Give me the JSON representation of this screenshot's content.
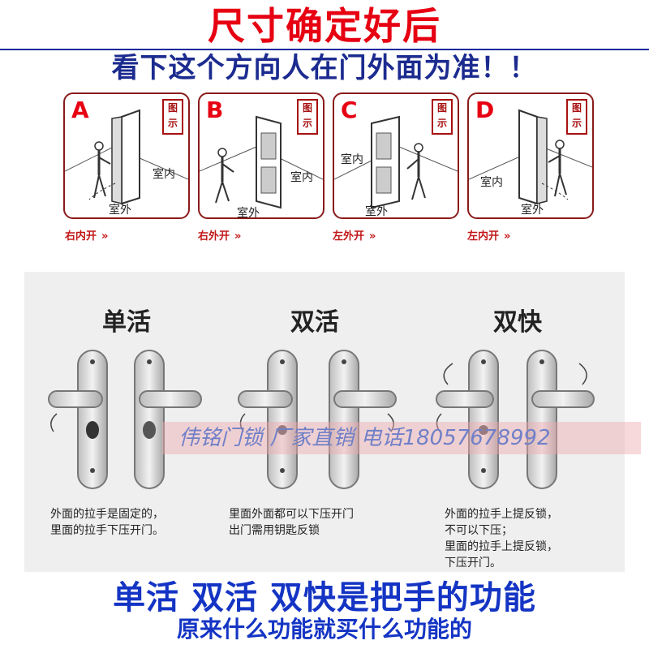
{
  "header": {
    "title": "尺寸确定好后",
    "subtitle": "看下这个方向人在门外面为准！！"
  },
  "door_panels": [
    {
      "letter": "A",
      "badge_top": "图",
      "badge_bottom": "示",
      "inside": "室内",
      "outside": "室外",
      "caption": "右内开"
    },
    {
      "letter": "B",
      "badge_top": "图",
      "badge_bottom": "示",
      "inside": "室内",
      "outside": "室外",
      "caption": "右外开"
    },
    {
      "letter": "C",
      "badge_top": "图",
      "badge_bottom": "示",
      "inside": "室内",
      "outside": "室外",
      "caption": "左外开"
    },
    {
      "letter": "D",
      "badge_top": "图",
      "badge_bottom": "示",
      "inside": "室内",
      "outside": "室外",
      "caption": "左内开"
    }
  ],
  "caption_arrow": "»",
  "handles": [
    {
      "title": "单活",
      "description": "外面的拉手是固定的，\n里面的拉手下压开门。"
    },
    {
      "title": "双活",
      "description": "里面外面都可以下压开门\n出门需用钥匙反锁"
    },
    {
      "title": "双快",
      "description": "外面的拉手上提反锁，\n不可以下压；\n里面的拉手上提反锁，\n下压开门。"
    }
  ],
  "watermark": "伟铭门锁 厂家直销 电话18057678992",
  "footer": {
    "line1": "单活 双活 双快是把手的功能",
    "line2": "原来什么功能就买什么功能的"
  },
  "colors": {
    "title_red": "#e60012",
    "subtitle_blue": "#1c2b8f",
    "footer_blue": "#1434c4",
    "panel_border": "#8a1a1a"
  }
}
